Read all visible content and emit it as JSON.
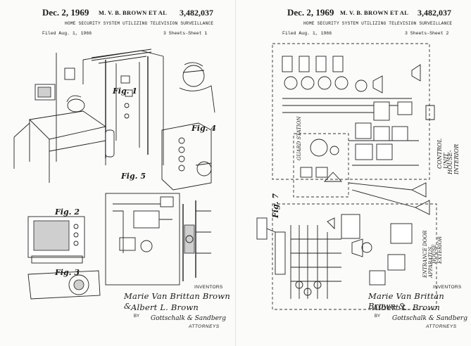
{
  "left_sheet": {
    "date": "Dec. 2, 1969",
    "inventors_header": "M. V. B. BROWN ET AL",
    "patent_number": "3,482,037",
    "title": "HOME SECURITY SYSTEM UTILIZING TELEVISION SURVEILLANCE",
    "filed": "Filed Aug. 1, 1966",
    "sheets": "3 Sheets-Sheet 1",
    "figures": [
      "Fig. 1",
      "Fig. 2",
      "Fig. 3",
      "Fig. 4",
      "Fig. 5"
    ],
    "inventors_label": "INVENTORS",
    "inventor_1": "Marie Van Brittan Brown &",
    "inventor_2": "Albert L. Brown",
    "by_label": "BY",
    "attorney_signature": "Gottschalk & Sandberg",
    "attorneys_label": "ATTORNEYS"
  },
  "right_sheet": {
    "date": "Dec. 2, 1969",
    "inventors_header": "M. V. B. BROWN ET AL",
    "patent_number": "3,482,037",
    "title": "HOME SECURITY SYSTEM UTILIZING TELEVISION SURVEILLANCE",
    "filed": "Filed Aug. 1, 1966",
    "sheets": "3 Sheets-Sheet 2",
    "figures": [
      "Fig. 7"
    ],
    "block_labels": [
      "CONTROL UNIT",
      "HOUSE-INTERIOR",
      "ENTRANCE DOOR APPARATUS",
      "HOUSE EXTERIOR",
      "GUARD STATION"
    ],
    "inventors_label": "INVENTORS",
    "inventor_1": "Marie Van Brittan Brown &",
    "inventor_2": "Albert L. Brown",
    "by_label": "BY",
    "attorney_signature": "Gottschalk & Sandberg",
    "attorneys_label": "ATTORNEYS"
  }
}
